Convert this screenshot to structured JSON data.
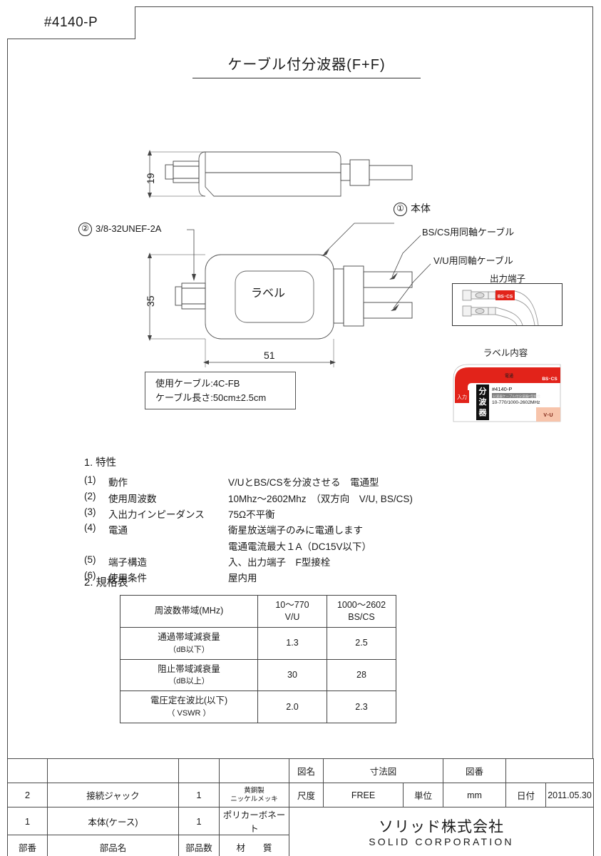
{
  "part_number": "#4140-P",
  "doc_title": "ケーブル付分波器(F+F)",
  "drawing": {
    "dim_height_side": "19",
    "dim_height_front": "35",
    "dim_width": "51",
    "label_text": "ラベル",
    "callout_body_num": "①",
    "callout_body": "本体",
    "callout_thread_num": "②",
    "callout_thread": "3/8-32UNEF-2A",
    "callout_bscs_cable": "BS/CS用同軸ケーブル",
    "callout_vu_cable": "V/U用同軸ケーブル",
    "cable_note_1": "使用ケーブル:4C-FB",
    "cable_note_2": "ケーブル長さ:50cm±2.5cm"
  },
  "insets": {
    "output_terminal_caption": "出力端子",
    "output_terminal_tag": "BS・CS",
    "label_caption": "ラベル内容",
    "label_product": "分波器",
    "label_partno": "#4140-P",
    "label_freq": "10-770/1000-2602MHz",
    "label_sub": "分波器ケーブル付分波器F型接栓",
    "label_input": "入力",
    "label_bscs": "BS・CS",
    "label_vu": "V・U",
    "label_denzu": "電通"
  },
  "specs": {
    "heading": "1. 特性",
    "items": [
      {
        "no": "(1)",
        "label": "動作",
        "value": "V/UとBS/CSを分波させる　電通型",
        "value2": ""
      },
      {
        "no": "(2)",
        "label": "使用周波数",
        "value": "10Mhz～2602Mhz　（双方向　V/U, BS/CS)",
        "value2": ""
      },
      {
        "no": "(3)",
        "label": "入出力インピーダンス",
        "value": "75Ω不平衡",
        "value2": ""
      },
      {
        "no": "(4)",
        "label": "電通",
        "value": "衛星放送端子のみに電通します",
        "value2": "電通電流最大１A（DC15V以下）"
      },
      {
        "no": "(5)",
        "label": "端子構造",
        "value": "入、出力端子　F型接栓",
        "value2": ""
      },
      {
        "no": "(6)",
        "label": "使用条件",
        "value": "屋内用",
        "value2": ""
      }
    ]
  },
  "spec_table": {
    "heading": "2. 規格表",
    "header": {
      "c0": "周波数帯域(MHz)",
      "c1_line1": "10～770",
      "c1_line2": "V/U",
      "c2_line1": "1000～2602",
      "c2_line2": "BS/CS"
    },
    "rows": [
      {
        "name": "通過帯域減衰量",
        "sub": "（dB以下）",
        "vu": "1.3",
        "bscs": "2.5"
      },
      {
        "name": "阻止帯域減衰量",
        "sub": "（dB以上）",
        "vu": "30",
        "bscs": "28"
      },
      {
        "name": "電圧定在波比(以下)",
        "sub": "（ VSWR ）",
        "vu": "2.0",
        "bscs": "2.3"
      }
    ]
  },
  "titleblock": {
    "drawing_name_label": "図名",
    "drawing_name_value": "寸法図",
    "drawing_no_label": "図番",
    "drawing_no_value": "",
    "scale_label": "尺度",
    "scale_value": "FREE",
    "unit_label": "単位",
    "unit_value": "mm",
    "date_label": "日付",
    "date_value": "2011.05.30",
    "parts": [
      {
        "no": "2",
        "name": "接続ジャック",
        "qty": "1",
        "material_l1": "黄銅製",
        "material_l2": "ニッケルメッキ"
      },
      {
        "no": "1",
        "name": "本体(ケース)",
        "qty": "1",
        "material_l1": "ポリカーボネート",
        "material_l2": ""
      }
    ],
    "columns": {
      "no": "部番",
      "name": "部品名",
      "qty": "部品数",
      "material": "材　　質"
    },
    "company_jp": "ソリッド株式会社",
    "company_en": "SOLID CORPORATION"
  },
  "colors": {
    "label_red": "#e2231a",
    "label_peach": "#f7c4ab",
    "line": "#4a4a4a"
  }
}
